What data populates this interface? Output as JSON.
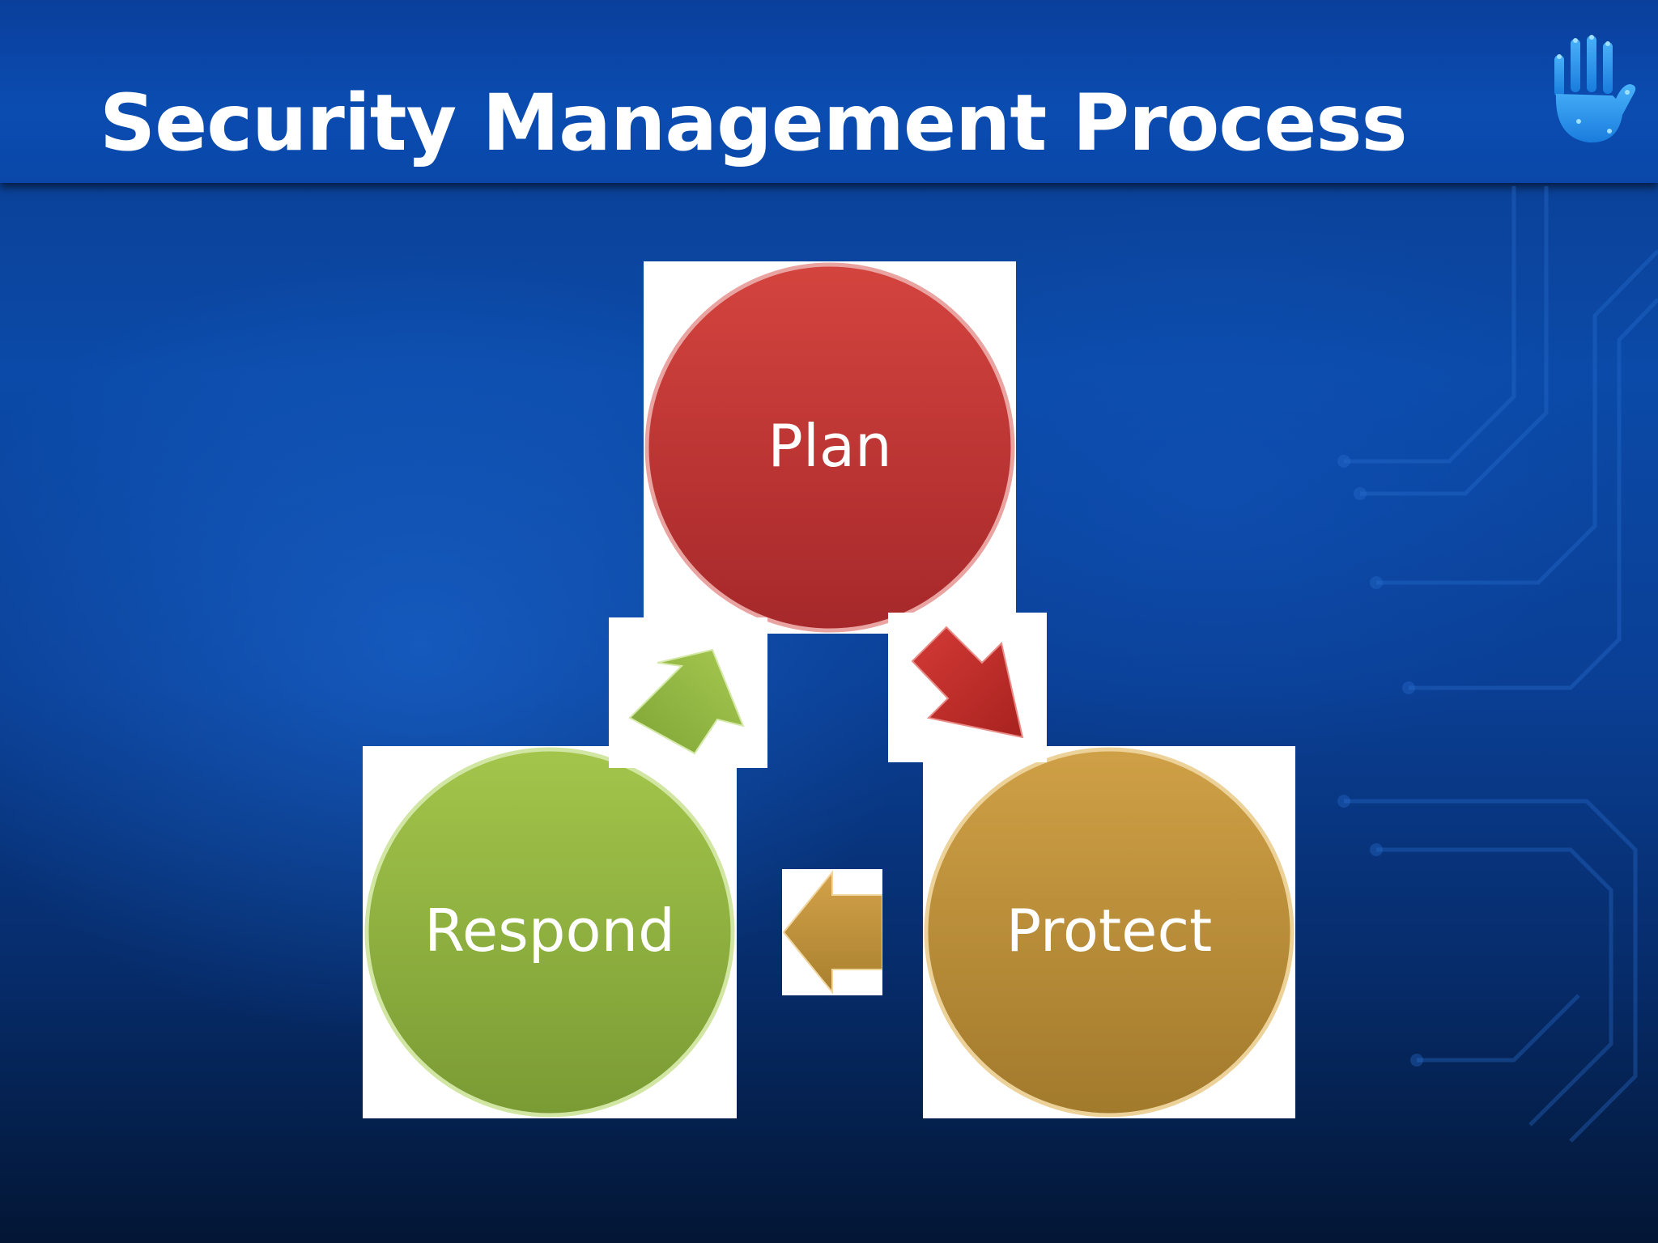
{
  "slide": {
    "title": "Security Management Process"
  },
  "diagram": {
    "nodes": [
      {
        "id": "plan",
        "label": "Plan",
        "color": "#c23834"
      },
      {
        "id": "protect",
        "label": "Protect",
        "color": "#c0922e"
      },
      {
        "id": "respond",
        "label": "Respond",
        "color": "#8fb43e"
      }
    ],
    "edges": [
      {
        "from": "plan",
        "to": "protect",
        "color": "#c0302c"
      },
      {
        "from": "protect",
        "to": "respond",
        "color": "#c08f2c"
      },
      {
        "from": "respond",
        "to": "plan",
        "color": "#8ab43c"
      }
    ]
  },
  "icons": {
    "logo": "hand-print-icon",
    "background": "circuit-board-decoration"
  }
}
